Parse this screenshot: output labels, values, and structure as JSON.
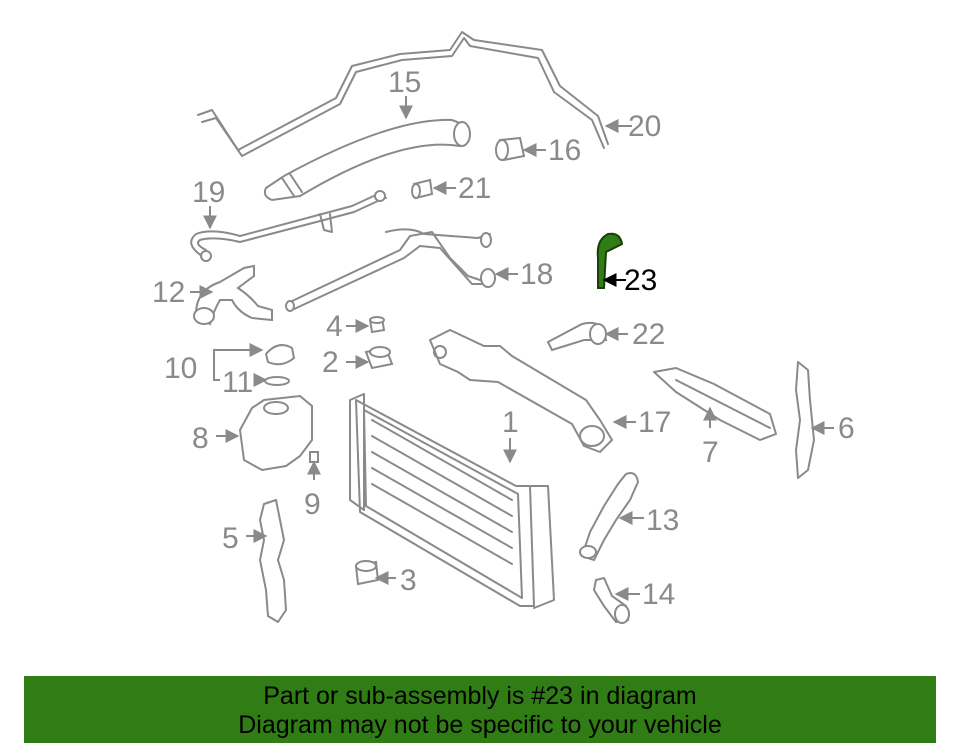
{
  "banner": {
    "line1": "Part or sub-assembly is #23 in diagram",
    "line2": "Diagram may not be specific to your vehicle",
    "background_color": "#2f7d14"
  },
  "highlight": {
    "part_number": "23",
    "color": "#2f7d14"
  },
  "callouts": {
    "c1": "1",
    "c2": "2",
    "c3": "3",
    "c4": "4",
    "c5": "5",
    "c6": "6",
    "c7": "7",
    "c8": "8",
    "c9": "9",
    "c10": "10",
    "c11": "11",
    "c12": "12",
    "c13": "13",
    "c14": "14",
    "c15": "15",
    "c16": "16",
    "c17": "17",
    "c18": "18",
    "c19": "19",
    "c20": "20",
    "c21": "21",
    "c22": "22",
    "c23": "23"
  }
}
